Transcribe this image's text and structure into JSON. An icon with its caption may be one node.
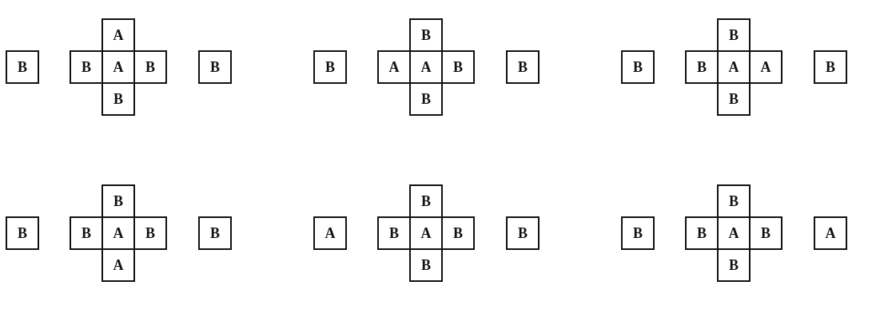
{
  "diagram": {
    "nodes": [
      {
        "text": [
          "B"
        ]
      },
      {
        "text": [
          "A"
        ]
      },
      {
        "text": [
          "B"
        ]
      },
      {
        "text": [
          "A"
        ]
      },
      {
        "text": [
          "B"
        ]
      },
      {
        "text": [
          "B"
        ]
      },
      {
        "text": [
          "B"
        ]
      },
      {
        "text": [
          "B"
        ]
      },
      {
        "text": [
          "B"
        ]
      },
      {
        "text": [
          "A"
        ]
      },
      {
        "text": [
          "A"
        ]
      },
      {
        "text": [
          "B"
        ]
      },
      {
        "text": [
          "B"
        ]
      },
      {
        "text": [
          "B"
        ]
      },
      {
        "text": [
          "B"
        ]
      },
      {
        "text": [
          "B"
        ]
      },
      {
        "text": [
          "B"
        ]
      },
      {
        "text": [
          "A"
        ]
      },
      {
        "text": [
          "A"
        ]
      },
      {
        "text": [
          "B"
        ]
      },
      {
        "text": [
          "B"
        ]
      },
      {
        "text": [
          "B"
        ]
      },
      {
        "text": [
          "B"
        ]
      },
      {
        "text": [
          "B"
        ]
      },
      {
        "text": [
          "A"
        ]
      },
      {
        "text": [
          "B"
        ]
      },
      {
        "text": [
          "A"
        ]
      },
      {
        "text": [
          "B"
        ]
      },
      {
        "text": [
          "A"
        ]
      },
      {
        "text": [
          "B"
        ]
      },
      {
        "text": [
          "B"
        ]
      },
      {
        "text": [
          "A"
        ]
      },
      {
        "text": [
          "B"
        ]
      },
      {
        "text": [
          "B"
        ]
      },
      {
        "text": [
          "B"
        ]
      },
      {
        "text": [
          "B"
        ]
      },
      {
        "text": [
          "B"
        ]
      },
      {
        "text": [
          "B"
        ]
      },
      {
        "text": [
          "A"
        ]
      },
      {
        "text": [
          "B"
        ]
      },
      {
        "text": [
          "B"
        ]
      },
      {
        "text": [
          "A"
        ]
      }
    ]
  }
}
